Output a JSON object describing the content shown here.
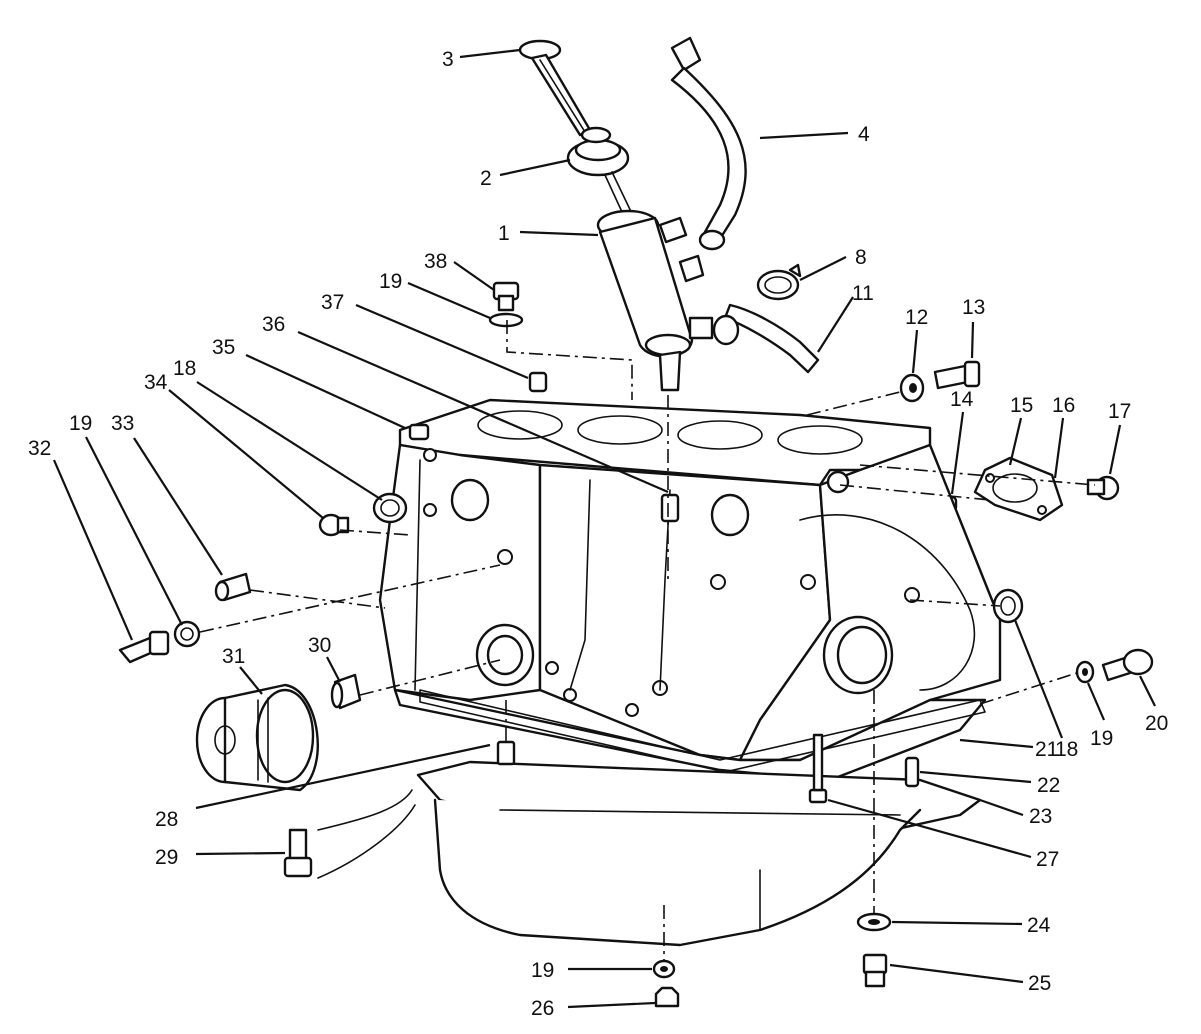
{
  "callouts": [
    {
      "label": "1"
    },
    {
      "label": "2"
    },
    {
      "label": "3"
    },
    {
      "label": "4"
    },
    {
      "label": "8"
    },
    {
      "label": "11"
    },
    {
      "label": "12"
    },
    {
      "label": "13"
    },
    {
      "label": "14"
    },
    {
      "label": "15"
    },
    {
      "label": "16"
    },
    {
      "label": "17"
    },
    {
      "label": "38"
    },
    {
      "label": "19"
    },
    {
      "label": "37"
    },
    {
      "label": "36"
    },
    {
      "label": "35"
    },
    {
      "label": "18"
    },
    {
      "label": "34"
    },
    {
      "label": "33"
    },
    {
      "label": "19"
    },
    {
      "label": "32"
    },
    {
      "label": "30"
    },
    {
      "label": "31"
    },
    {
      "label": "28"
    },
    {
      "label": "29"
    },
    {
      "label": "18"
    },
    {
      "label": "19"
    },
    {
      "label": "20"
    },
    {
      "label": "21"
    },
    {
      "label": "22"
    },
    {
      "label": "23"
    },
    {
      "label": "27"
    },
    {
      "label": "24"
    },
    {
      "label": "25"
    },
    {
      "label": "19"
    },
    {
      "label": "26"
    }
  ]
}
